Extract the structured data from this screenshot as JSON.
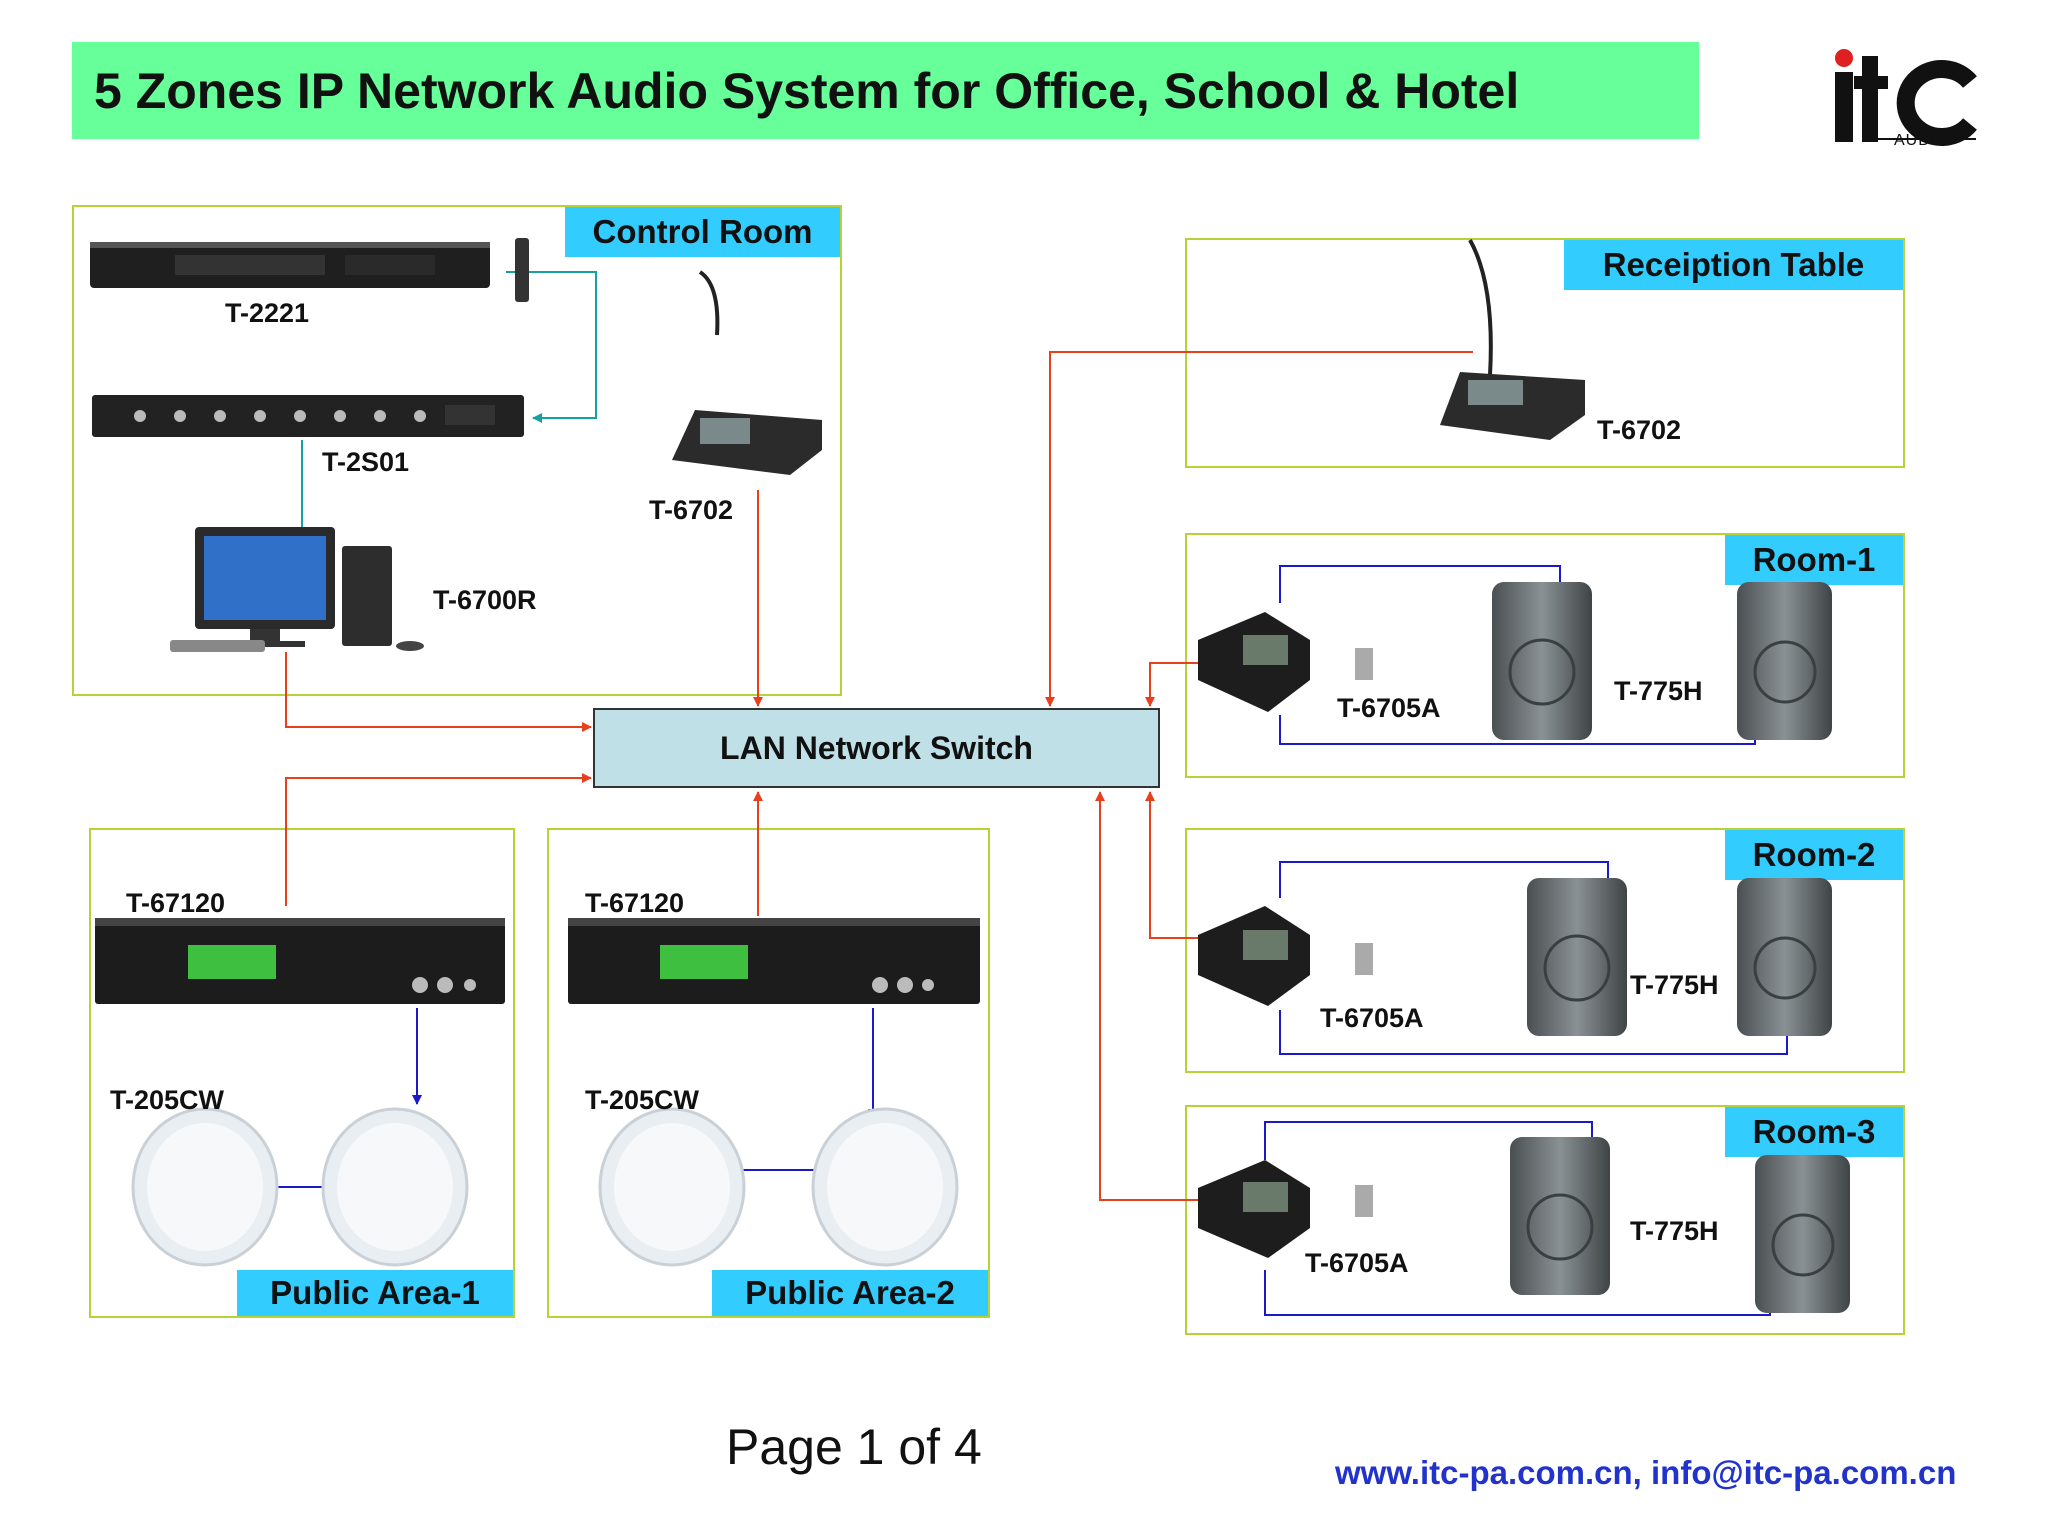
{
  "title": "5 Zones IP Network Audio System for Office, School & Hotel",
  "logo": {
    "text": "itC",
    "subtext": "AUDIO"
  },
  "zones": {
    "control_room": "Control Room",
    "reception": "Receiption Table",
    "room1": "Room-1",
    "room2": "Room-2",
    "room3": "Room-3",
    "public1": "Public Area-1",
    "public2": "Public Area-2"
  },
  "devices": {
    "t2221": "T-2221",
    "t2s01": "T-2S01",
    "t6700r": "T-6700R",
    "t6702_control": "T-6702",
    "t6702_reception": "T-6702",
    "t6705a_1": "T-6705A",
    "t6705a_2": "T-6705A",
    "t6705a_3": "T-6705A",
    "t775h_1": "T-775H",
    "t775h_2": "T-775H",
    "t775h_3": "T-775H",
    "t67120_1": "T-67120",
    "t67120_2": "T-67120",
    "t205cw_1": "T-205CW",
    "t205cw_2": "T-205CW"
  },
  "switch": "LAN Network Switch",
  "footer": {
    "page": "Page 1 of 4",
    "contact": "www.itc-pa.com.cn, info@itc-pa.com.cn"
  },
  "colors": {
    "title_bg": "#66ff99",
    "tag_bg": "#33ccff",
    "zone_border": "#b5d334",
    "network_line": "#e8401c",
    "audio_line": "#1a1acc",
    "control_line": "#16a0a0",
    "switch_bg": "#bfe0e6"
  }
}
